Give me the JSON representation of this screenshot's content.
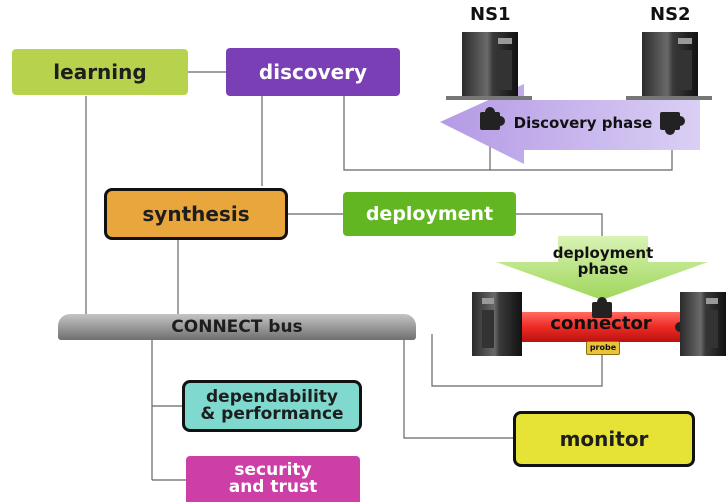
{
  "nodes": {
    "learning": "learning",
    "discovery": "discovery",
    "synthesis": "synthesis",
    "deployment": "deployment",
    "connect_bus": "CONNECT bus",
    "dependability_line1": "dependability",
    "dependability_line2": "& performance",
    "security_line1": "security",
    "security_line2": "and trust",
    "monitor": "monitor"
  },
  "servers": {
    "ns1": "NS1",
    "ns2": "NS2"
  },
  "phases": {
    "discovery_phase": "Discovery phase",
    "deployment_phase_line1": "deployment",
    "deployment_phase_line2": "phase"
  },
  "connector": {
    "label": "connector",
    "probe": "probe"
  },
  "colors": {
    "learning": "#b7d24c",
    "discovery": "#7a3fb5",
    "synthesis": "#e8a63c",
    "deployment": "#62b622",
    "connect_bus": "#9a9a9a",
    "dependability": "#7fd9cf",
    "security": "#cd3fa7",
    "monitor": "#e6e336",
    "discovery_arrow": "#c9b7ec",
    "deployment_arrow": "#b7e47a",
    "connector_bar": "#f2332e",
    "probe": "#e9c43a"
  }
}
